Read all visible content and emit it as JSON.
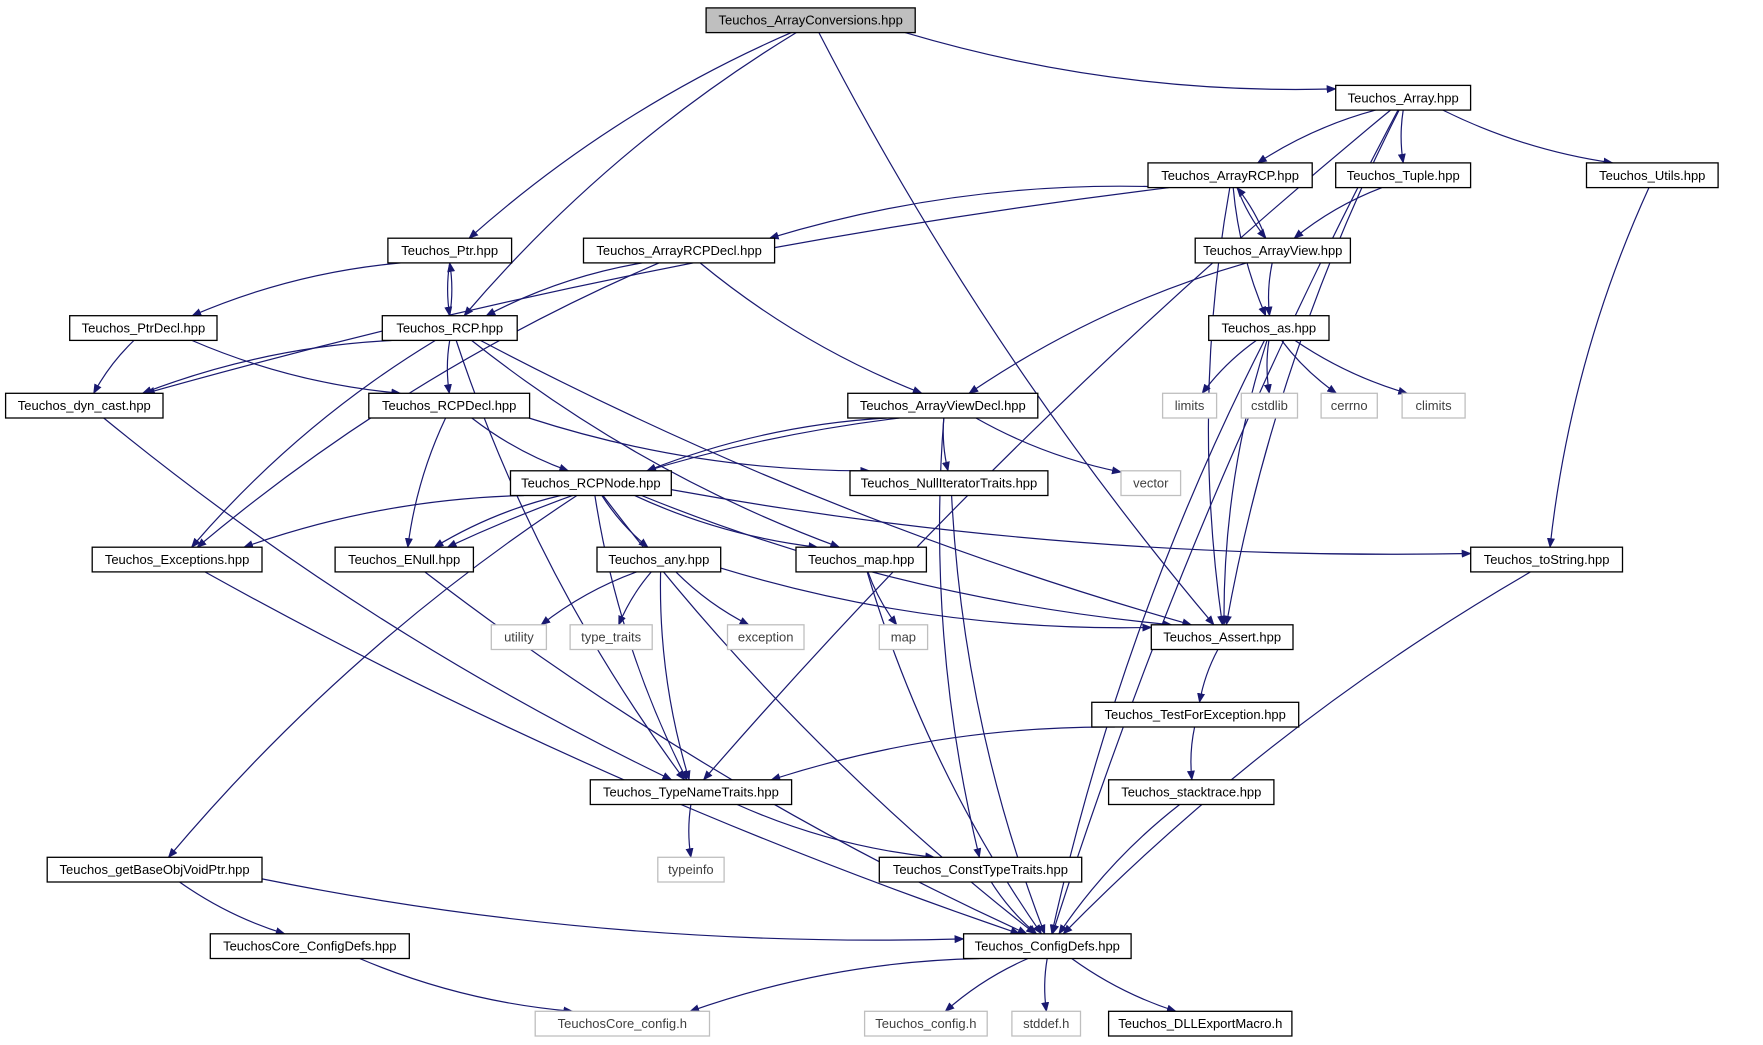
{
  "colors": {
    "edge": "#191970",
    "node_border": "#000000",
    "system_border": "#bfbfbf",
    "system_text": "#404040",
    "root_fill": "#bfbfbf",
    "fill": "#ffffff",
    "text": "#000000"
  },
  "diagram": {
    "title": "Teuchos_ArrayConversions.hpp",
    "nodes": [
      {
        "id": "array_conversions",
        "label": "Teuchos_ArrayConversions.hpp",
        "kind": "root"
      },
      {
        "id": "array",
        "label": "Teuchos_Array.hpp",
        "kind": "header"
      },
      {
        "id": "array_rcp",
        "label": "Teuchos_ArrayRCP.hpp",
        "kind": "header"
      },
      {
        "id": "tuple",
        "label": "Teuchos_Tuple.hpp",
        "kind": "header"
      },
      {
        "id": "utils",
        "label": "Teuchos_Utils.hpp",
        "kind": "header"
      },
      {
        "id": "ptr",
        "label": "Teuchos_Ptr.hpp",
        "kind": "header"
      },
      {
        "id": "array_rcp_decl",
        "label": "Teuchos_ArrayRCPDecl.hpp",
        "kind": "header"
      },
      {
        "id": "array_view",
        "label": "Teuchos_ArrayView.hpp",
        "kind": "header"
      },
      {
        "id": "ptr_decl",
        "label": "Teuchos_PtrDecl.hpp",
        "kind": "header"
      },
      {
        "id": "rcp",
        "label": "Teuchos_RCP.hpp",
        "kind": "header"
      },
      {
        "id": "as",
        "label": "Teuchos_as.hpp",
        "kind": "header"
      },
      {
        "id": "dyn_cast",
        "label": "Teuchos_dyn_cast.hpp",
        "kind": "header"
      },
      {
        "id": "rcp_decl",
        "label": "Teuchos_RCPDecl.hpp",
        "kind": "header"
      },
      {
        "id": "array_view_decl",
        "label": "Teuchos_ArrayViewDecl.hpp",
        "kind": "header"
      },
      {
        "id": "limits",
        "label": "limits",
        "kind": "system"
      },
      {
        "id": "cstdlib",
        "label": "cstdlib",
        "kind": "system"
      },
      {
        "id": "cerrno",
        "label": "cerrno",
        "kind": "system"
      },
      {
        "id": "climits",
        "label": "climits",
        "kind": "system"
      },
      {
        "id": "rcp_node",
        "label": "Teuchos_RCPNode.hpp",
        "kind": "header"
      },
      {
        "id": "null_iterator_traits",
        "label": "Teuchos_NullIteratorTraits.hpp",
        "kind": "header"
      },
      {
        "id": "vector",
        "label": "vector",
        "kind": "system"
      },
      {
        "id": "exceptions",
        "label": "Teuchos_Exceptions.hpp",
        "kind": "header"
      },
      {
        "id": "enull",
        "label": "Teuchos_ENull.hpp",
        "kind": "header"
      },
      {
        "id": "any",
        "label": "Teuchos_any.hpp",
        "kind": "header"
      },
      {
        "id": "map_hpp",
        "label": "Teuchos_map.hpp",
        "kind": "header"
      },
      {
        "id": "to_string",
        "label": "Teuchos_toString.hpp",
        "kind": "header"
      },
      {
        "id": "utility",
        "label": "utility",
        "kind": "system"
      },
      {
        "id": "type_traits",
        "label": "type_traits",
        "kind": "system"
      },
      {
        "id": "exception",
        "label": "exception",
        "kind": "system"
      },
      {
        "id": "map",
        "label": "map",
        "kind": "system"
      },
      {
        "id": "assert",
        "label": "Teuchos_Assert.hpp",
        "kind": "header"
      },
      {
        "id": "test_for_exception",
        "label": "Teuchos_TestForException.hpp",
        "kind": "header"
      },
      {
        "id": "type_name_traits",
        "label": "Teuchos_TypeNameTraits.hpp",
        "kind": "header"
      },
      {
        "id": "stacktrace",
        "label": "Teuchos_stacktrace.hpp",
        "kind": "header"
      },
      {
        "id": "get_base_obj_void_ptr",
        "label": "Teuchos_getBaseObjVoidPtr.hpp",
        "kind": "header"
      },
      {
        "id": "typeinfo",
        "label": "typeinfo",
        "kind": "system"
      },
      {
        "id": "const_type_traits",
        "label": "Teuchos_ConstTypeTraits.hpp",
        "kind": "header"
      },
      {
        "id": "core_config_defs",
        "label": "TeuchosCore_ConfigDefs.hpp",
        "kind": "header"
      },
      {
        "id": "config_defs",
        "label": "Teuchos_ConfigDefs.hpp",
        "kind": "header"
      },
      {
        "id": "core_config_h",
        "label": "TeuchosCore_config.h",
        "kind": "system"
      },
      {
        "id": "config_h",
        "label": "Teuchos_config.h",
        "kind": "system"
      },
      {
        "id": "stddef",
        "label": "stddef.h",
        "kind": "system"
      },
      {
        "id": "dll_export",
        "label": "Teuchos_DLLExportMacro.h",
        "kind": "header"
      }
    ],
    "edges": [
      [
        "array_conversions",
        "ptr"
      ],
      [
        "array_conversions",
        "rcp"
      ],
      [
        "array_conversions",
        "assert"
      ],
      [
        "array_conversions",
        "array"
      ],
      [
        "array",
        "array_rcp"
      ],
      [
        "array",
        "tuple"
      ],
      [
        "array",
        "utils"
      ],
      [
        "array",
        "assert"
      ],
      [
        "array",
        "config_defs"
      ],
      [
        "array",
        "type_name_traits"
      ],
      [
        "array_rcp",
        "array_rcp_decl"
      ],
      [
        "array_rcp",
        "array_view"
      ],
      [
        "array_rcp",
        "as"
      ],
      [
        "array_rcp",
        "dyn_cast"
      ],
      [
        "array_rcp",
        "assert"
      ],
      [
        "tuple",
        "array_view"
      ],
      [
        "utils",
        "to_string"
      ],
      [
        "ptr",
        "rcp"
      ],
      [
        "ptr",
        "ptr_decl"
      ],
      [
        "array_rcp_decl",
        "rcp"
      ],
      [
        "array_rcp_decl",
        "array_view_decl"
      ],
      [
        "array_rcp_decl",
        "exceptions"
      ],
      [
        "array_view",
        "array_rcp"
      ],
      [
        "array_view",
        "as"
      ],
      [
        "array_view",
        "array_view_decl"
      ],
      [
        "ptr_decl",
        "dyn_cast"
      ],
      [
        "ptr_decl",
        "rcp_decl"
      ],
      [
        "rcp",
        "ptr"
      ],
      [
        "rcp",
        "rcp_decl"
      ],
      [
        "rcp",
        "dyn_cast"
      ],
      [
        "rcp",
        "exceptions"
      ],
      [
        "rcp",
        "type_name_traits"
      ],
      [
        "rcp",
        "map_hpp"
      ],
      [
        "rcp",
        "assert"
      ],
      [
        "as",
        "limits"
      ],
      [
        "as",
        "cstdlib"
      ],
      [
        "as",
        "cerrno"
      ],
      [
        "as",
        "climits"
      ],
      [
        "as",
        "assert"
      ],
      [
        "as",
        "config_defs"
      ],
      [
        "dyn_cast",
        "type_name_traits"
      ],
      [
        "rcp_decl",
        "rcp_node"
      ],
      [
        "rcp_decl",
        "enull"
      ],
      [
        "rcp_decl",
        "null_iterator_traits"
      ],
      [
        "array_view_decl",
        "rcp_node"
      ],
      [
        "array_view_decl",
        "null_iterator_traits"
      ],
      [
        "array_view_decl",
        "vector"
      ],
      [
        "array_view_decl",
        "enull"
      ],
      [
        "array_view_decl",
        "const_type_traits"
      ],
      [
        "rcp_node",
        "exceptions"
      ],
      [
        "rcp_node",
        "enull"
      ],
      [
        "rcp_node",
        "any"
      ],
      [
        "rcp_node",
        "map_hpp"
      ],
      [
        "rcp_node",
        "to_string"
      ],
      [
        "rcp_node",
        "assert"
      ],
      [
        "rcp_node",
        "type_name_traits"
      ],
      [
        "rcp_node",
        "get_base_obj_void_ptr"
      ],
      [
        "rcp_node",
        "config_defs"
      ],
      [
        "null_iterator_traits",
        "config_defs"
      ],
      [
        "exceptions",
        "config_defs"
      ],
      [
        "enull",
        "config_defs"
      ],
      [
        "any",
        "utility"
      ],
      [
        "any",
        "type_traits"
      ],
      [
        "any",
        "exception"
      ],
      [
        "any",
        "type_name_traits"
      ],
      [
        "any",
        "assert"
      ],
      [
        "map_hpp",
        "map"
      ],
      [
        "map_hpp",
        "config_defs"
      ],
      [
        "to_string",
        "config_defs"
      ],
      [
        "assert",
        "test_for_exception"
      ],
      [
        "test_for_exception",
        "type_name_traits"
      ],
      [
        "test_for_exception",
        "stacktrace"
      ],
      [
        "type_name_traits",
        "typeinfo"
      ],
      [
        "type_name_traits",
        "const_type_traits"
      ],
      [
        "stacktrace",
        "config_defs"
      ],
      [
        "get_base_obj_void_ptr",
        "core_config_defs"
      ],
      [
        "get_base_obj_void_ptr",
        "config_defs"
      ],
      [
        "const_type_traits",
        "config_defs"
      ],
      [
        "core_config_defs",
        "core_config_h"
      ],
      [
        "config_defs",
        "core_config_h"
      ],
      [
        "config_defs",
        "config_h"
      ],
      [
        "config_defs",
        "stddef"
      ],
      [
        "config_defs",
        "dll_export"
      ]
    ]
  }
}
